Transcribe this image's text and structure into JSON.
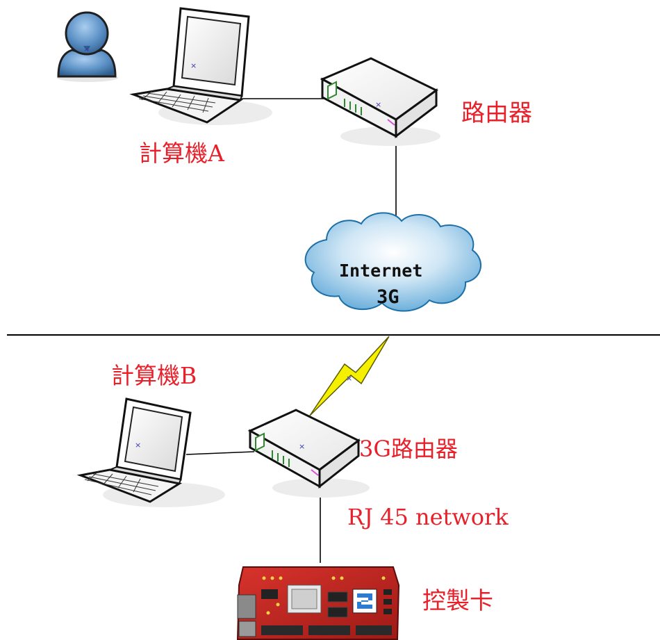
{
  "labels": {
    "router": "路由器",
    "computer_a": "計算機A",
    "computer_b": "計算機B",
    "router_3g": "3G路由器",
    "rj45": "RJ 45 network",
    "control_card": "控製卡"
  },
  "cloud": {
    "line1": "Internet",
    "line2": "3G"
  },
  "colors": {
    "label_red": "#e8202a",
    "cloud_blue": "#74b6e0",
    "user_blue": "#5a8fc4",
    "lightning_yellow": "#f5f000",
    "board_red": "#c8221e"
  },
  "icons": {
    "user": "user-icon",
    "laptop_a": "laptop-icon",
    "laptop_b": "laptop-icon",
    "router": "router-icon",
    "router_3g": "router-icon",
    "cloud": "cloud-icon",
    "wireless": "lightning-icon",
    "control_card": "circuit-board-icon"
  }
}
